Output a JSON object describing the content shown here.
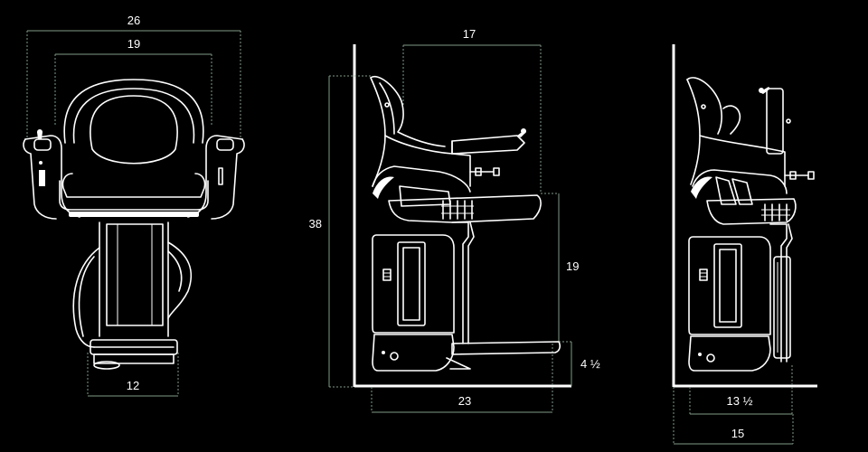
{
  "front_view": {
    "overall_width": "26",
    "seat_width": "19",
    "base_width": "12"
  },
  "side_view": {
    "seat_depth": "17",
    "overall_height": "38",
    "seat_height": "19",
    "footrest_height": "4 ½",
    "overall_depth": "23"
  },
  "folded_view": {
    "rail_clearance": "13 ½",
    "folded_depth": "15"
  },
  "colors": {
    "background": "#000000",
    "line": "#ffffff",
    "dimension": "#7f9a86"
  }
}
